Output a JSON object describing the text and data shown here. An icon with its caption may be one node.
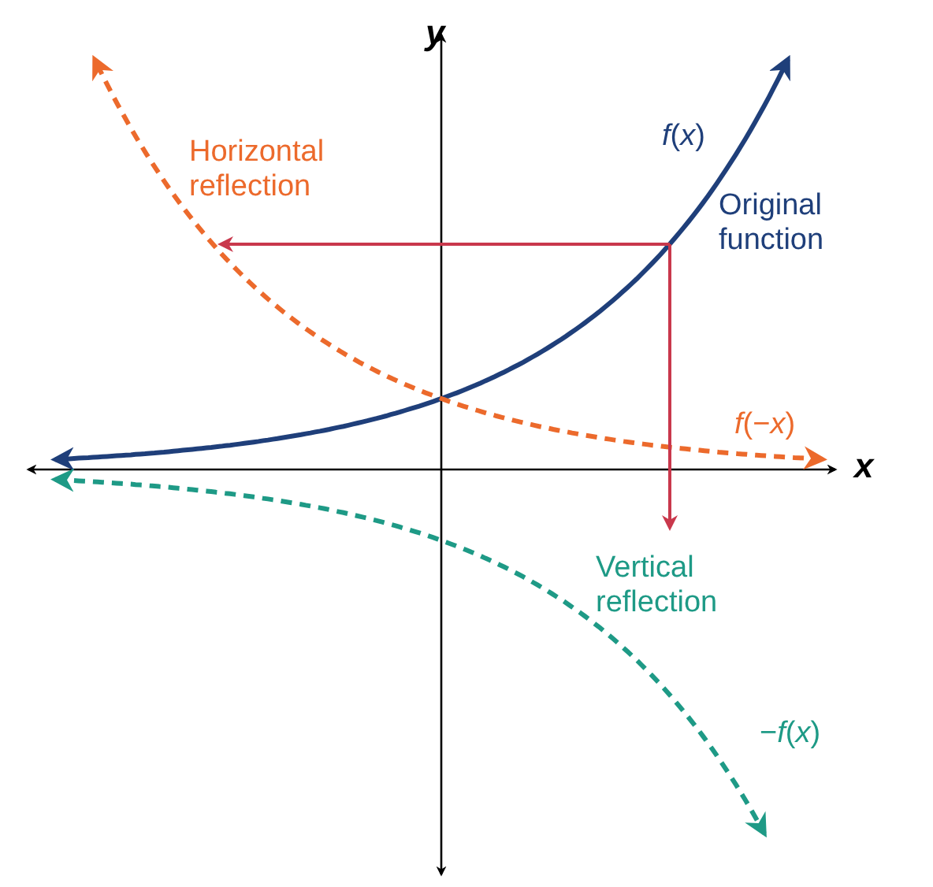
{
  "diagram": {
    "labels": [
      "y",
      "*f*(*x*)",
      "Horizontal reflection",
      "Original function",
      "*f*(−*x*)",
      "x",
      "Vertical reflection",
      "−*f*(*x*)"
    ]
  }
}
